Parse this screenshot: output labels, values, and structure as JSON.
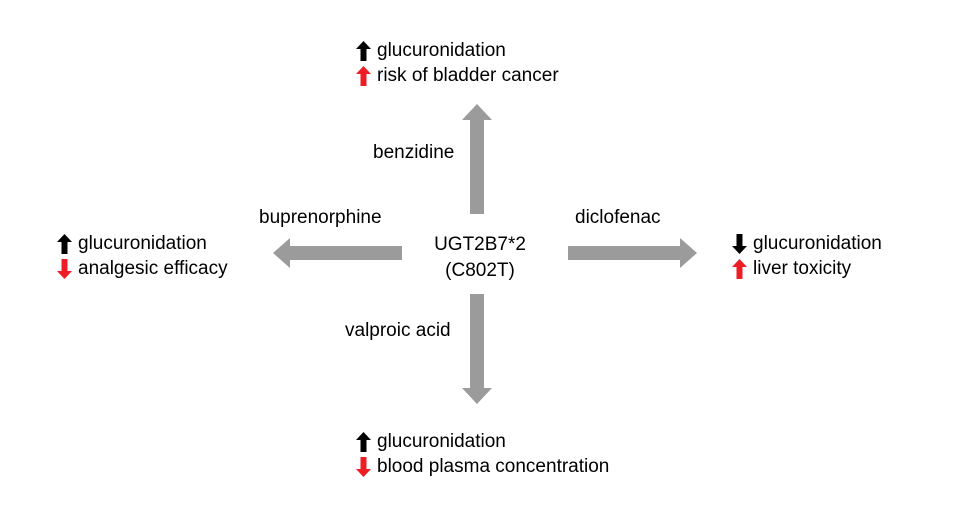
{
  "center": {
    "gene": "UGT2B7*2",
    "variant": "(C802T)"
  },
  "branches": {
    "top": {
      "drug": "benzidine",
      "effects": [
        {
          "direction": "up",
          "color": "#000000",
          "text": "glucuronidation"
        },
        {
          "direction": "up",
          "color": "#ee1c25",
          "text": "risk of bladder cancer"
        }
      ]
    },
    "left": {
      "drug": "buprenorphine",
      "effects": [
        {
          "direction": "up",
          "color": "#000000",
          "text": "glucuronidation"
        },
        {
          "direction": "down",
          "color": "#ee1c25",
          "text": "analgesic efficacy"
        }
      ]
    },
    "right": {
      "drug": "diclofenac",
      "effects": [
        {
          "direction": "down",
          "color": "#000000",
          "text": "glucuronidation"
        },
        {
          "direction": "up",
          "color": "#ee1c25",
          "text": "liver toxicity"
        }
      ]
    },
    "bottom": {
      "drug": "valproic acid",
      "effects": [
        {
          "direction": "up",
          "color": "#000000",
          "text": "glucuronidation"
        },
        {
          "direction": "down",
          "color": "#ee1c25",
          "text": "blood plasma concentration"
        }
      ]
    }
  },
  "colors": {
    "arrow": "#9b9b9b",
    "increase_marker": "#000000",
    "outcome_marker": "#ee1c25"
  }
}
